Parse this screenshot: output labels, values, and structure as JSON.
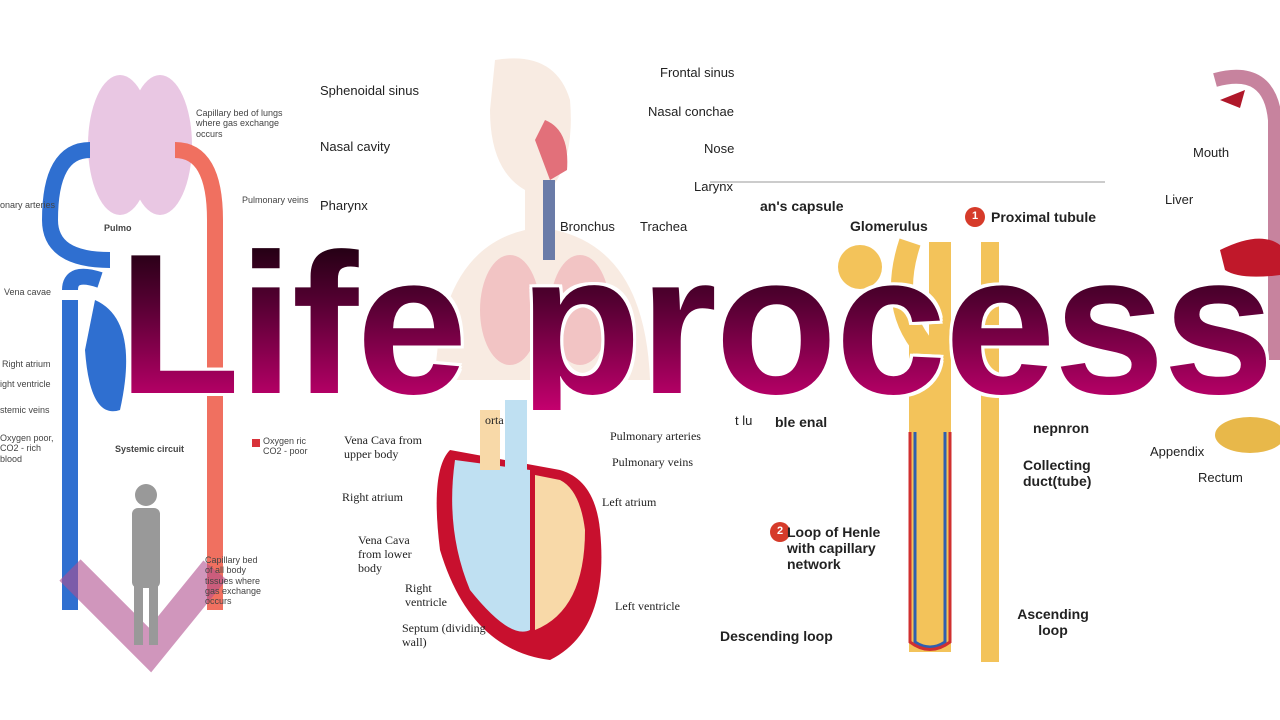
{
  "title": "Life process",
  "circulation": {
    "labels": [
      "Capillary bed of lungs where gas exchange occurs",
      "Pulmonary veins",
      "onary arteries",
      "Pulmo",
      "Vena cavae",
      "Right atrium",
      "ight ventricle",
      "stemic veins",
      "Oxygen poor, CO2 - rich blood",
      "Systemic circuit",
      "Oxygen ric CO2 - poor",
      "Capillary bed of all body tissues where gas exchange occurs"
    ]
  },
  "respiratory": {
    "labels": [
      "Sphenoidal sinus",
      "Nasal cavity",
      "Pharynx",
      "Frontal sinus",
      "Nasal conchae",
      "Nose",
      "Larynx",
      "Trachea",
      "Bronchus",
      "t lu"
    ]
  },
  "heart": {
    "labels": [
      "orta",
      "Pulmonary arteries",
      "Pulmonary veins",
      "Vena Cava from upper body",
      "Right atrium",
      "Left atrium",
      "Vena Cava from lower body",
      "Right ventricle",
      "Left ventricle",
      "Septum (dividing wall)"
    ]
  },
  "kidney": {
    "labels": [
      "an's capsule",
      "Glomerulus",
      "Proximal tubule",
      "ble enal",
      "nepnron",
      "Collecting duct(tube)",
      "Loop of Henle with capillary network",
      "Ascending loop",
      "Descending loop"
    ],
    "badges": [
      "1",
      "2"
    ]
  },
  "digestive": {
    "labels": [
      "Mouth",
      "Liver",
      "Appendix",
      "Rectum"
    ]
  },
  "colors": {
    "oxygen_poor": "#2f6fd0",
    "oxygen_rich": "#e8403f",
    "title_top": "#1e0010",
    "title_bottom": "#c4006e",
    "heart_red": "#c8102e",
    "kidney_yellow": "#f3c35a",
    "badge": "#d63b2a"
  }
}
